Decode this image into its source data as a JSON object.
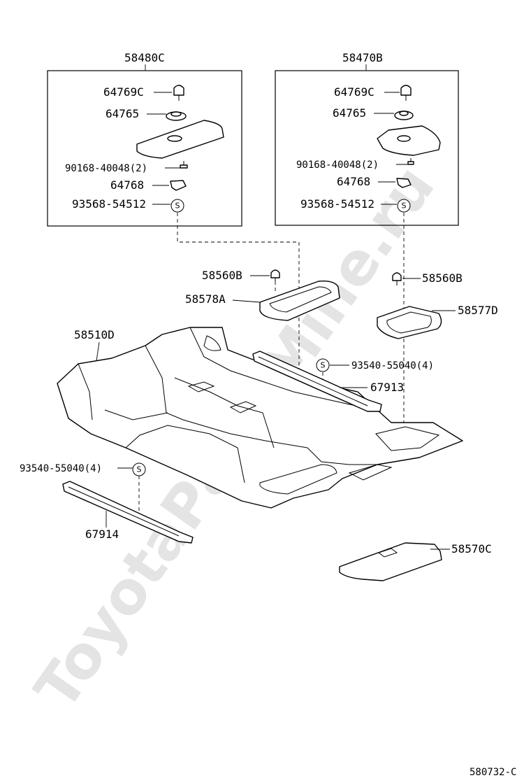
{
  "watermark": "ToyotaPartsMine.ru",
  "diagram_id": "580732-C",
  "symbol_letter": "S",
  "assemblies": {
    "left": {
      "code": "58480C",
      "parts": {
        "clip": "64769C",
        "washer": "64765",
        "screw": "90168-40048(2)",
        "bracket": "64768",
        "sealant": "93568-54512"
      }
    },
    "right": {
      "code": "58470B",
      "parts": {
        "clip": "64769C",
        "washer": "64765",
        "screw": "90168-40048(2)",
        "bracket": "64768",
        "sealant": "93568-54512"
      }
    }
  },
  "parts": {
    "clip_left": "58560B",
    "clip_right": "58560B",
    "frame_left": "58578A",
    "frame_right": "58577D",
    "floor_carpet": "58510D",
    "sealant_upper": "93540-55040(4)",
    "plate_right": "67913",
    "sealant_lower": "93540-55040(4)",
    "plate_left": "67914",
    "cover": "58570C"
  }
}
